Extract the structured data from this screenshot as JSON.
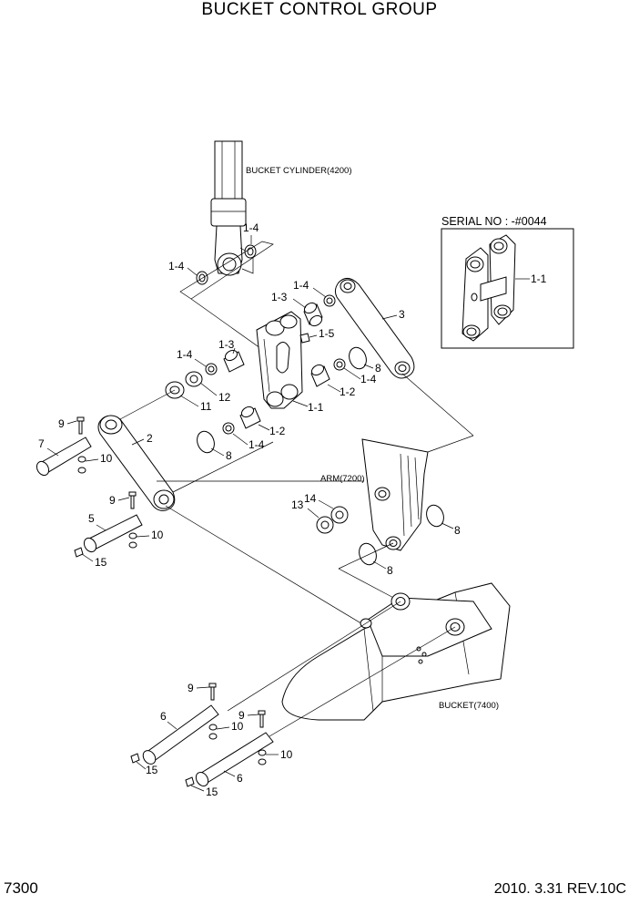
{
  "title": "BUCKET CONTROL GROUP",
  "page_number": "7300",
  "revision": "2010. 3.31 REV.10C",
  "serial_box": {
    "label": "SERIAL NO : -#0044",
    "part": "1-1"
  },
  "captions": {
    "bucket_cylinder": "BUCKET CYLINDER(4200)",
    "arm": "ARM(7200)",
    "bucket": "BUCKET(7400)"
  },
  "callouts": {
    "c14_cyl_right": "1-4",
    "c14_cyl_left": "1-4",
    "c14_top": "1-4",
    "c13_top": "1-3",
    "c15": "1-5",
    "c3": "3",
    "c8_link": "8",
    "c14_link": "1-4",
    "c12_mid": "1-2",
    "c11_mid": "1-1",
    "c13_left": "1-3",
    "c14_left": "1-4",
    "c12": "12",
    "c11": "11",
    "c14_low": "1-4",
    "c12_low": "1-2",
    "c9_a": "9",
    "c7": "7",
    "c2": "2",
    "c10_a": "10",
    "c8_lower": "8",
    "c9_b": "9",
    "c5": "5",
    "c10_b": "10",
    "c15_a": "15",
    "c13_arm": "13",
    "c14_arm": "14",
    "c8_arm": "8",
    "c8_arm_low": "8",
    "c9_c": "9",
    "c6_a": "6",
    "c10_c": "10",
    "c15_b": "15",
    "c9_d": "9",
    "c10_d": "10",
    "c6_b": "6",
    "c15_c": "15"
  }
}
